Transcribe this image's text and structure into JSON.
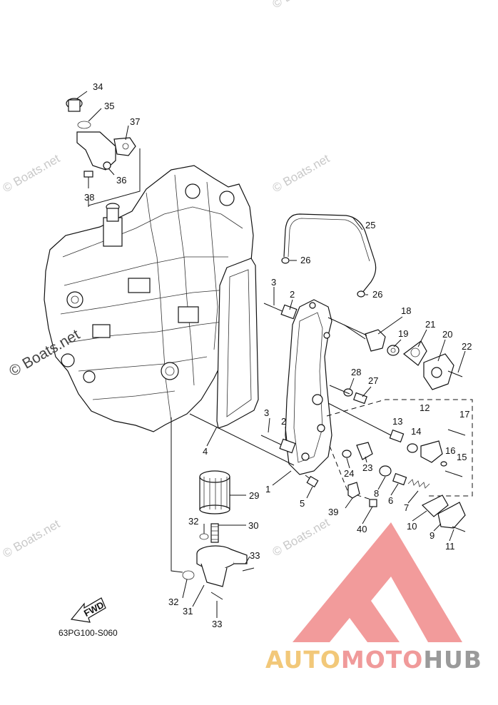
{
  "watermark": "© Boats.net",
  "diagram_code": "63PG100-S060",
  "fwd_label": "FWD",
  "brand": {
    "part1": "AUTO",
    "part2": "MOTO",
    "part3": "HUB"
  },
  "colors": {
    "brand_yellow": "#f2c879",
    "brand_red": "#f09a9a",
    "brand_gray": "#9a9a9a"
  },
  "callouts": [
    "34",
    "35",
    "37",
    "36",
    "38",
    "25",
    "26",
    "26",
    "3",
    "2",
    "18",
    "19",
    "21",
    "20",
    "22",
    "28",
    "27",
    "12",
    "17",
    "13",
    "14",
    "16",
    "15",
    "3",
    "2",
    "4",
    "1",
    "24",
    "23",
    "8",
    "5",
    "6",
    "7",
    "10",
    "9",
    "11",
    "29",
    "39",
    "40",
    "32",
    "30",
    "33",
    "32",
    "31",
    "33"
  ]
}
